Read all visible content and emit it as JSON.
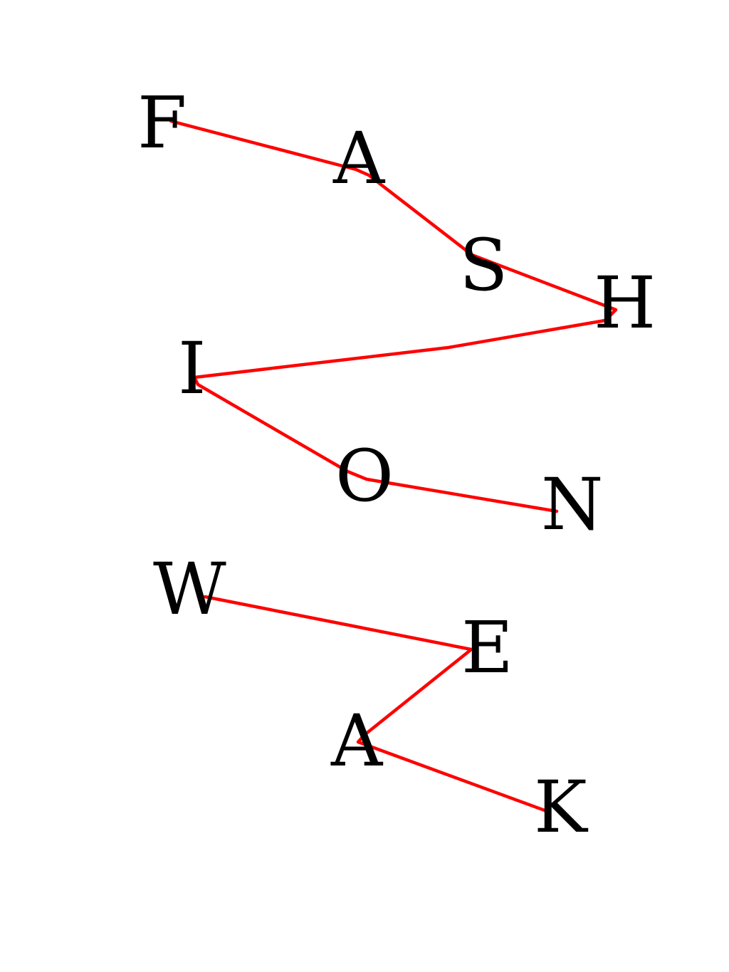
{
  "words": [
    {
      "word": "FASHION",
      "letters": [
        "F",
        "A",
        "S",
        "H",
        "I",
        "O",
        "N"
      ]
    },
    {
      "word": "WEAK",
      "letters": [
        "W",
        "E",
        "A",
        "K"
      ]
    }
  ],
  "colors": {
    "background": "#ffffff",
    "letters": "#000000",
    "connector": "#ff0000"
  }
}
